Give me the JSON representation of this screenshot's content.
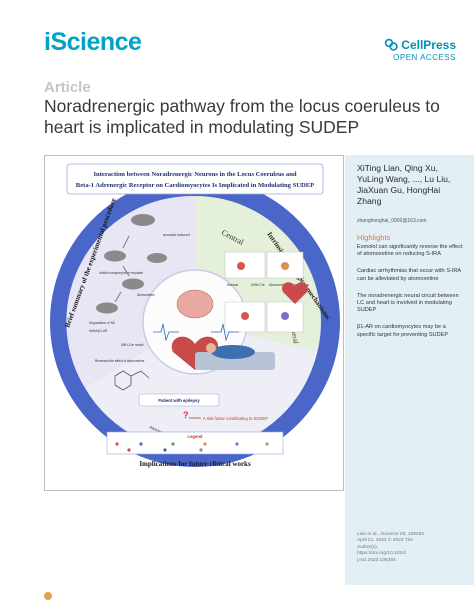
{
  "header": {
    "journal": "iScience",
    "publisher": "CellPress",
    "open_access": "OPEN ACCESS"
  },
  "article": {
    "kind": "Article",
    "title": "Noradrenergic pathway from the locus coeruleus to heart is implicated in modulating SUDEP"
  },
  "figure": {
    "title_line1": "Interaction between Noradrenergic Neurons in the Locus Coeruleus and",
    "title_line2": "Beta-1 Adrenergic Receptor on Cardiomyocytes Is Implicated in Modulating SUDEP",
    "central_label": "Central",
    "peripheral_label": "peripheral",
    "intrinsic_label": "Intrinsic physiological mechanisms",
    "brief_label": "Brief summary of the experimental procedure",
    "implications_label": "Implications for future clinical works",
    "patient_label": "Patient with epilepsy",
    "risk_label": "A risk factor contributing to SUDEP",
    "blocker_label": "Adrenergic receptor blocker",
    "legend_label": "Legend",
    "acoustic_label": "acoustic induced",
    "steps": [
      "Inhibit norepinephrine reuptake",
      "Atomoxetine",
      "Degradation of NE",
      "Inhibit β1-AR",
      "Reversed the effect of atomoxetine",
      "DBH-Cre model"
    ],
    "mini_labels": [
      "Normal",
      "DBH-Cre",
      "Atomoxetine Control"
    ]
  },
  "sidebar": {
    "authors": "XiTing Lian, Qing Xu, YuLing Wang, ..., Lu Liu, JiaXuan Gu, HongHai Zhang",
    "email": "zhanghonghai_0902@163.com",
    "highlights_heading": "Highlights",
    "highlights": [
      "Esmolol can significantly reverse the effect of atomoxetine on reducing S-IRA",
      "Cardiac arrhythmias that occur with S-IRA can be alleviated by atomoxetine",
      "The noradrenergic neural circuit between LC and heart is involved in modulating SUDEP",
      "β1-AR on cardiomyocytes may be a specific target for preventing SUDEP"
    ],
    "citation": [
      "Lian et al., iScience 26, 106284",
      "April 21, 2023 © 2023 The",
      "Author(s).",
      "https://doi.org/10.1016/",
      "j.isci.2023.106284"
    ]
  },
  "colors": {
    "brand": "#00a3c4",
    "highlight": "#e07b3a",
    "sidebar_bg": "#e2eff5"
  }
}
